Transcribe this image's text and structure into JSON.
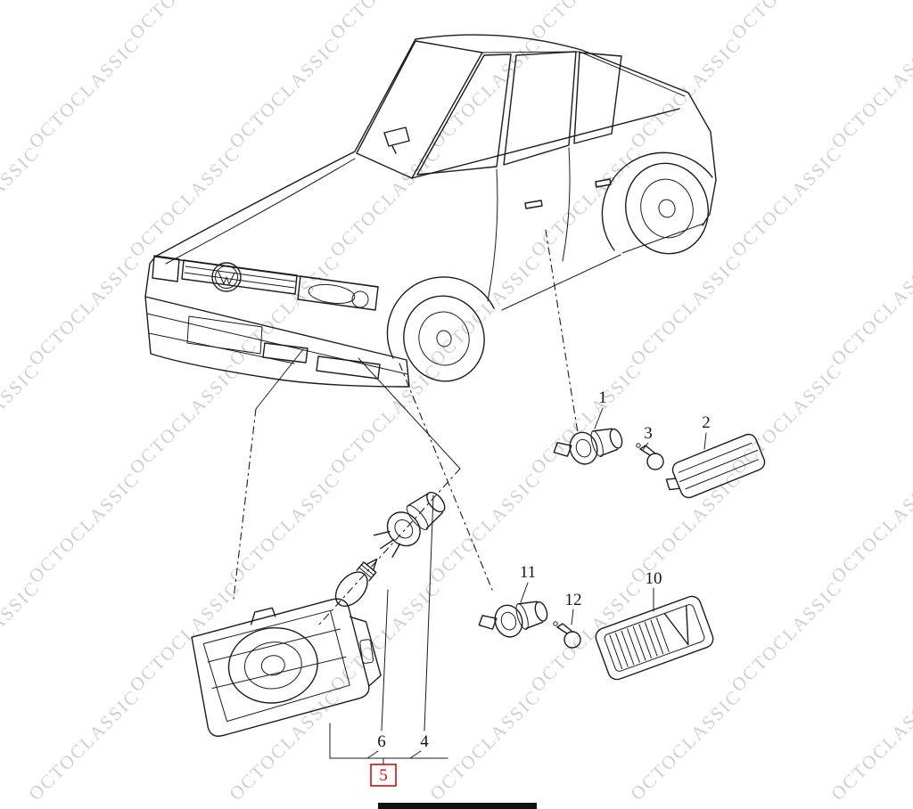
{
  "watermark": {
    "text": "OCTOCLASSIC",
    "color": "#c5c5c5"
  },
  "diagram": {
    "line_color": "#1c1c1c",
    "highlight_color": "#cc1111",
    "callouts": {
      "c1": "1",
      "c2": "2",
      "c3": "3",
      "c4": "4",
      "c5": "5",
      "c6": "6",
      "c10": "10",
      "c11": "11",
      "c12": "12"
    }
  }
}
